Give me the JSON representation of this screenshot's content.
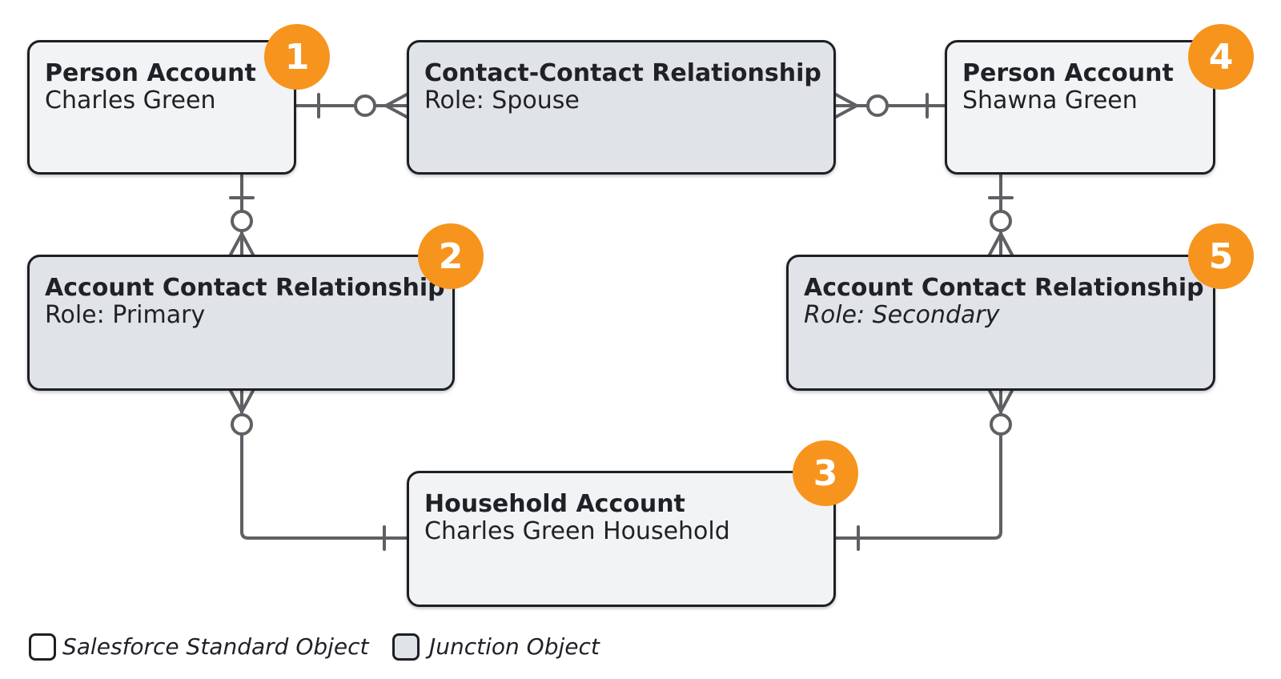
{
  "nodes": {
    "n1": {
      "title": "Person Account",
      "subtitle": "Charles Green",
      "kind": "standard",
      "badge": "1"
    },
    "n2": {
      "title": "Account Contact Relationship",
      "subtitle": "Role: Primary",
      "kind": "junction",
      "badge": "2"
    },
    "n3": {
      "title": "Household Account",
      "subtitle": "Charles Green Household",
      "kind": "standard",
      "badge": "3"
    },
    "n4": {
      "title": "Person Account",
      "subtitle": "Shawna Green",
      "kind": "standard",
      "badge": "4"
    },
    "n5": {
      "title": "Account Contact Relationship",
      "subtitle": "Role: Secondary",
      "kind": "junction",
      "badge": "5"
    },
    "cc": {
      "title": "Contact-Contact Relationship",
      "subtitle": "Role: Spouse",
      "kind": "junction"
    }
  },
  "edges": [
    {
      "from": "n1",
      "to": "cc",
      "from_end": "one",
      "to_end": "zero-or-many"
    },
    {
      "from": "cc",
      "to": "n4",
      "from_end": "zero-or-many",
      "to_end": "one"
    },
    {
      "from": "n1",
      "to": "n2",
      "from_end": "one",
      "to_end": "zero-or-many"
    },
    {
      "from": "n4",
      "to": "n5",
      "from_end": "one",
      "to_end": "zero-or-many"
    },
    {
      "from": "n2",
      "to": "n3",
      "from_end": "zero-or-many",
      "to_end": "one"
    },
    {
      "from": "n5",
      "to": "n3",
      "from_end": "zero-or-many",
      "to_end": "one"
    }
  ],
  "legend": {
    "standard_label": "Salesforce Standard Object",
    "junction_label": "Junction Object"
  },
  "colors": {
    "badge": "#f7941d",
    "standard_fill": "#f2f3f5",
    "junction_fill": "#e0e3e8",
    "border": "#1e1f24",
    "connector": "#5f6064"
  }
}
